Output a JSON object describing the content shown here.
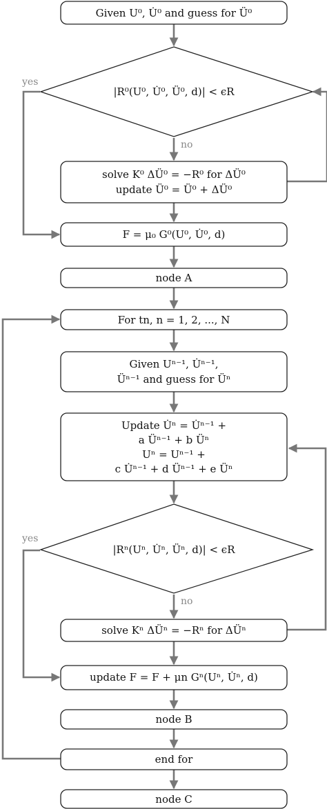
{
  "flowchart": {
    "nodes": {
      "init": {
        "label": "Given U⁰, U̇⁰ and guess for Ü⁰"
      },
      "check0": {
        "label": "|R⁰(U⁰, U̇⁰, Ü⁰, d)| < ϵR"
      },
      "solve0_line1": {
        "label": "solve K⁰ ΔÜ⁰ = −R⁰ for ΔÜ⁰"
      },
      "solve0_line2": {
        "label": "update Ü⁰ = Ü⁰ + ΔÜ⁰"
      },
      "force0": {
        "label": "F = μ₀ G⁰(U⁰, U̇⁰, d)"
      },
      "nodeA": {
        "label": "node A"
      },
      "loop": {
        "label": "For tn, n = 1, 2, ..., N"
      },
      "given_n_line1": {
        "label": "Given Uⁿ⁻¹, U̇ⁿ⁻¹,"
      },
      "given_n_line2": {
        "label": "Üⁿ⁻¹ and guess for Üⁿ"
      },
      "update_line1": {
        "label": "Update U̇ⁿ = U̇ⁿ⁻¹ +"
      },
      "update_line2": {
        "label": "a Üⁿ⁻¹ + b Üⁿ"
      },
      "update_line3": {
        "label": "Uⁿ = Uⁿ⁻¹ +"
      },
      "update_line4": {
        "label": "c U̇ⁿ⁻¹ + d Üⁿ⁻¹ + e Üⁿ"
      },
      "check_n": {
        "label": "|Rⁿ(Uⁿ, U̇ⁿ, Üⁿ, d)| < ϵR"
      },
      "solve_n": {
        "label": "solve Kⁿ ΔÜⁿ = −Rⁿ for ΔÜⁿ"
      },
      "force_n": {
        "label": "update F = F + μn Gⁿ(Uⁿ, U̇ⁿ, d)"
      },
      "nodeB": {
        "label": "node B"
      },
      "endfor": {
        "label": "end for"
      },
      "nodeC": {
        "label": "node C"
      }
    },
    "edges": {
      "yes0": "yes",
      "no0": "no",
      "yes_n": "yes",
      "no_n": "no"
    }
  }
}
